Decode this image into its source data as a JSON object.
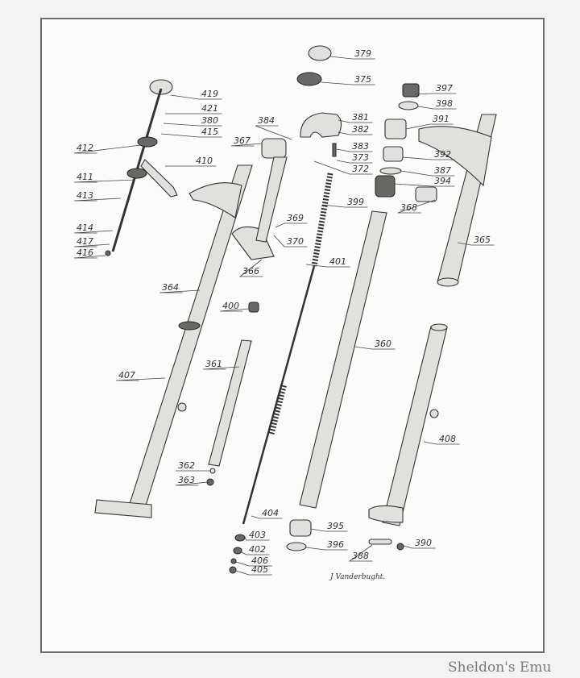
{
  "diagram": {
    "parts": [
      "379",
      "375",
      "397",
      "398",
      "419",
      "421",
      "380",
      "415",
      "412",
      "410",
      "411",
      "413",
      "414",
      "417",
      "416",
      "384",
      "381",
      "382",
      "383",
      "373",
      "372",
      "367",
      "391",
      "392",
      "387",
      "394",
      "368",
      "399",
      "369",
      "370",
      "365",
      "401",
      "366",
      "364",
      "400",
      "360",
      "407",
      "361",
      "408",
      "362",
      "363",
      "404",
      "395",
      "396",
      "403",
      "402",
      "406",
      "405",
      "390",
      "388"
    ],
    "signature": "J Vanderbught.",
    "watermark": "Sheldon's Emu"
  }
}
